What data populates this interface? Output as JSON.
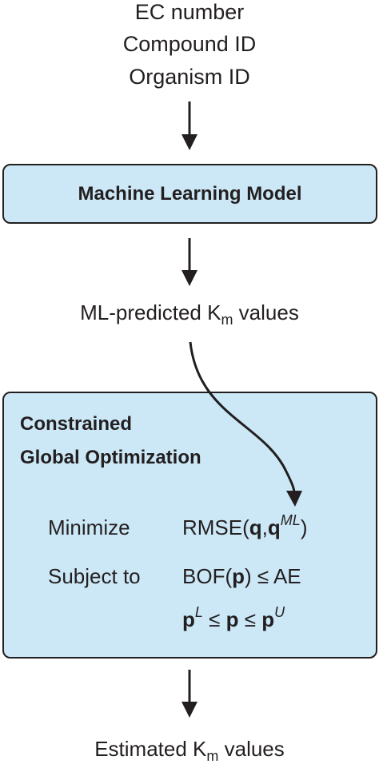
{
  "inputs": [
    "EC number",
    "Compound ID",
    "Organism ID"
  ],
  "ml_model": {
    "label": "Machine Learning Model"
  },
  "ml_output": {
    "prefix": "ML-predicted K",
    "subscript": "m",
    "suffix": " values"
  },
  "optimization": {
    "title_line1": "Constrained",
    "title_line2": "Global Optimization",
    "minimize_label": "Minimize",
    "objective": {
      "prefix": "RMSE(",
      "q1": "q",
      "comma": ",",
      "q2": "q",
      "q2_sup": "ML",
      "suffix": ")"
    },
    "subject_label": "Subject to",
    "constraint1": {
      "prefix": "BOF(",
      "p": "p",
      "suffix": ") ≤ AE"
    },
    "constraint2": {
      "p_lower": "p",
      "lower_sup": "L",
      "le1": " ≤ ",
      "p_mid": "p",
      "le2": " ≤ ",
      "p_upper": "p",
      "upper_sup": "U"
    }
  },
  "final_output": {
    "prefix": "Estimated K",
    "subscript": "m",
    "suffix": " values"
  },
  "colors": {
    "box_fill": "#cce8f7",
    "stroke": "#231f20",
    "text": "#231f20"
  }
}
